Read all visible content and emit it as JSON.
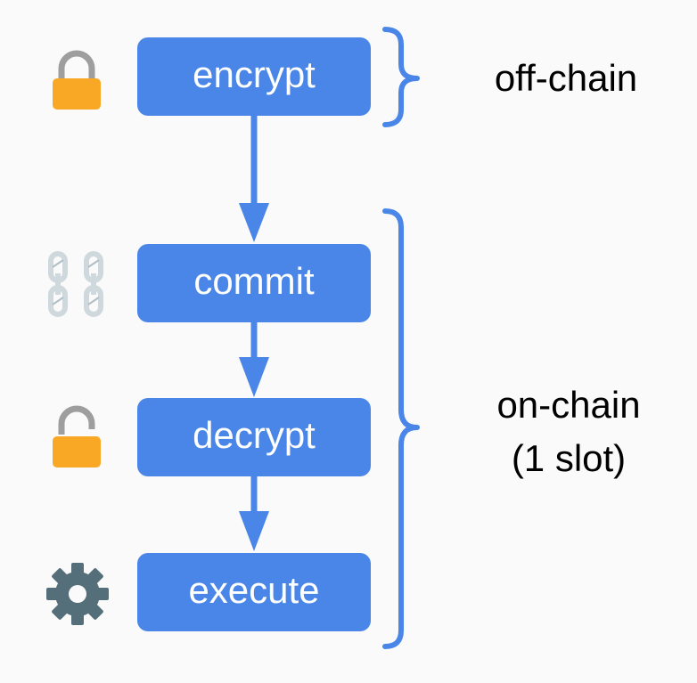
{
  "steps": [
    {
      "id": "encrypt",
      "label": "encrypt",
      "icon": "lock-closed-icon"
    },
    {
      "id": "commit",
      "label": "commit",
      "icon": "chain-link-icon"
    },
    {
      "id": "decrypt",
      "label": "decrypt",
      "icon": "lock-open-icon"
    },
    {
      "id": "execute",
      "label": "execute",
      "icon": "gear-icon"
    }
  ],
  "groups": {
    "off_chain": {
      "label": "off-chain"
    },
    "on_chain": {
      "line1": "on-chain",
      "line2": "(1 slot)"
    }
  },
  "colors": {
    "box": "#4a86e8",
    "arrow": "#4a86e8",
    "brace": "#4a86e8",
    "lock": "#f9a825",
    "shackle": "#9e9e9e",
    "chain": "#cfd8dc",
    "gear": "#546e7a",
    "text": "#000000"
  }
}
